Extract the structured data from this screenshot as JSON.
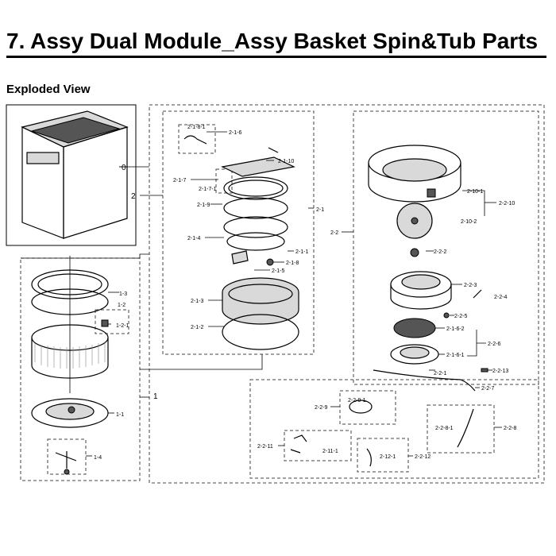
{
  "title": "7.  Assy Dual Module_Assy Basket Spin&Tub Parts",
  "section": "Exploded View",
  "callouts": {
    "c0": "0",
    "c1": "1",
    "c2": "2",
    "c1_1": "1-1",
    "c1_2": "1-2",
    "c1_2_1": "1-2-1",
    "c1_3": "1-3",
    "c1_4": "1-4",
    "c2_1": "2-1",
    "c2_2": "2-2",
    "c2_1_2": "2-1-2",
    "c2_1_3": "2-1-3",
    "c2_1_4": "2-1-4",
    "c2_1_5": "2-1-5",
    "c2_1_6": "2-1-6",
    "c2_1_7": "2-1-7",
    "c2_1_7_1": "2-1-7-1",
    "c2_1_8": "2-1-8",
    "c2_1_8_1": "2-1-8-1",
    "c2_1_9": "2-1-9",
    "c2_1_10": "2-1-10",
    "c2_1_1": "2-1-1",
    "c2_10_1": "2-10-1",
    "c2_10_2": "2-10-2",
    "c2_2_10": "2-2-10",
    "c2_2_2": "2-2-2",
    "c2_2_3": "2-2-3",
    "c2_2_4": "2-2-4",
    "c2_2_5": "2-2-5",
    "c2_1_6_2": "2-1-6-2",
    "c2_1_6_1": "2-1-6-1",
    "c2_2_6": "2-2-6",
    "c2_2_1": "2-2-1",
    "c2_2_13": "2-2-13",
    "c2_2_7": "2-2-7",
    "c2_2_9": "2-2-9",
    "c2_2_9_1": "2-2-9-1",
    "c2_2_8": "2-2-8",
    "c2_2_8_1": "2-2-8-1",
    "c2_2_11": "2-2-11",
    "c2_11_1": "2-11-1",
    "c2_2_12": "2-2-12",
    "c2_12_1": "2-12-1"
  }
}
